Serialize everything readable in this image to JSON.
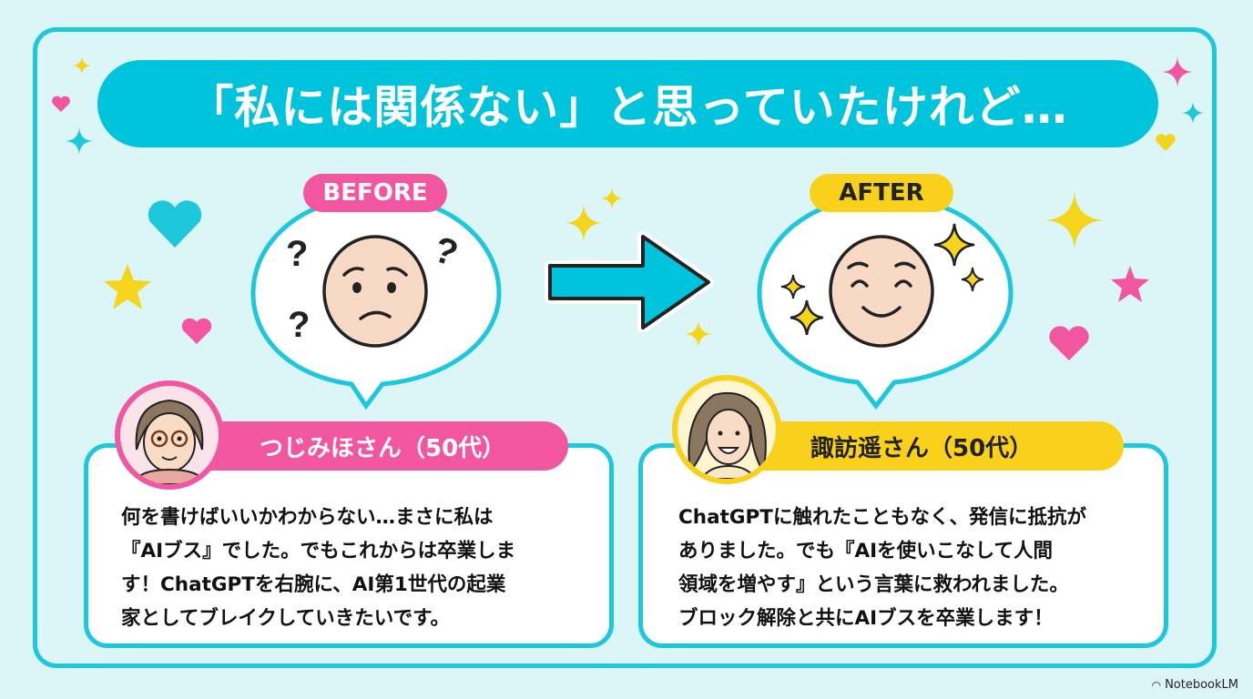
{
  "title": "「私には関係ない」と思っていたけれど…",
  "before": {
    "label": "BEFORE",
    "face": "worried-face",
    "name": "つじみほさん（50代）",
    "quote": "何を書けばいいかわからない…まさに私は\n『AIブス』でした。でもこれからは卒業しま\nす！ChatGPTを右腕に、AI第1世代の起業\n家としてブレイクしていきたいです。"
  },
  "after": {
    "label": "AFTER",
    "face": "smiling-face",
    "name": "諏訪遥さん（50代）",
    "quote": "ChatGPTに触れたこともなく、発信に抵抗が\nありました。でも『AIを使いこなして人間\n領域を増やす』という言葉に救われました。\nブロック解除と共にAIブスを卒業します！"
  },
  "brand": {
    "label": "NotebookLM"
  },
  "colors": {
    "background": "#dcf6f8",
    "accent": "#00c4dc",
    "pink": "#f256a0",
    "yellow": "#f9d01a"
  }
}
